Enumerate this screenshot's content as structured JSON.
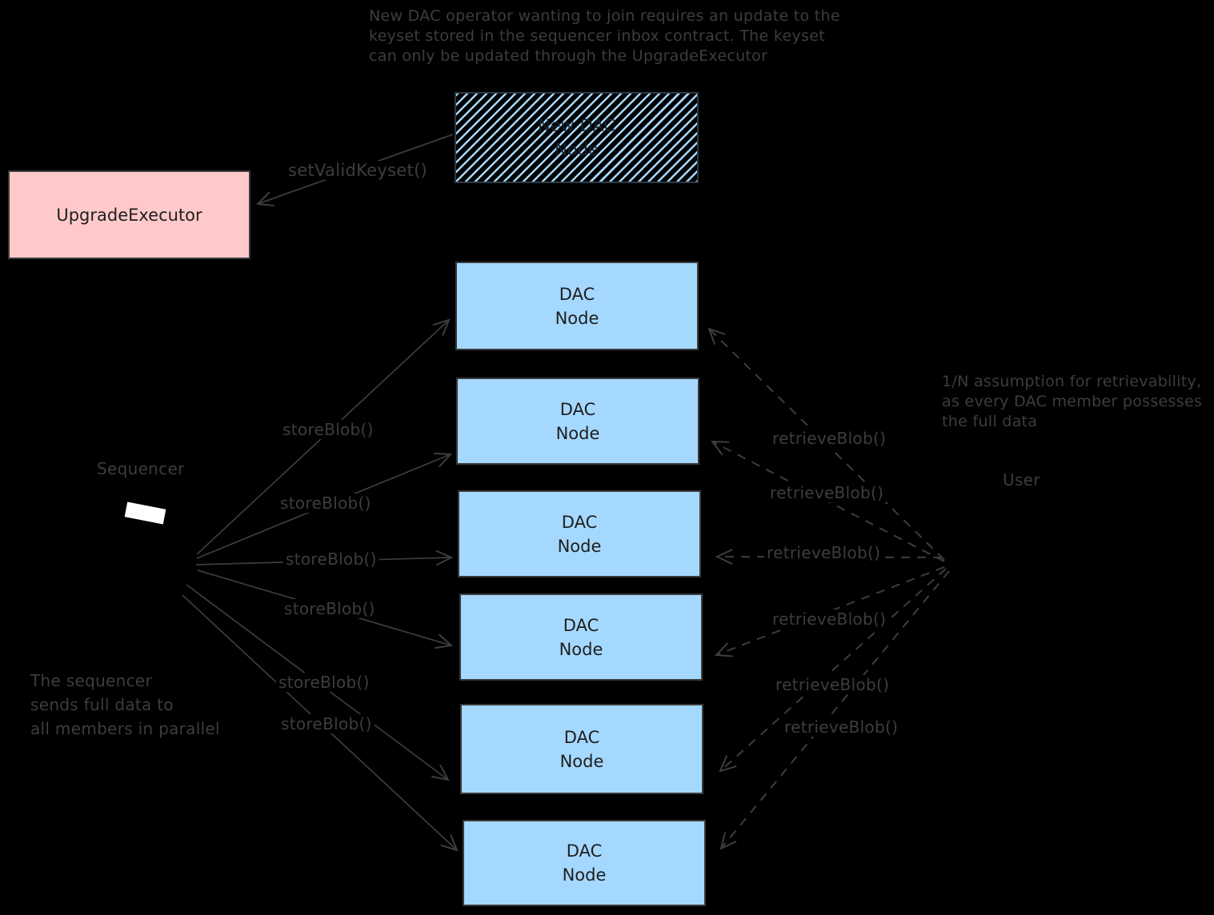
{
  "colors": {
    "background": "#000000",
    "node_blue": "#a5d8ff",
    "executor_pink": "#ffc9c9",
    "ink_dark": "#1e1e1e",
    "ink_dim": "#3d3d3d"
  },
  "annotations": {
    "keyset_note": "New DAC operator wanting to join requires an update to the\nkeyset stored in the sequencer inbox contract. The keyset\ncan only be updated through the UpgradeExecutor",
    "retrievability_note": "1/N assumption for retrievability,\nas every DAC member possesses\nthe full data",
    "parallel_note": "The sequencer\nsends full data to\nall members in parallel"
  },
  "actors": {
    "sequencer": "Sequencer",
    "user": "User"
  },
  "nodes": {
    "upgrade_executor": {
      "label": "UpgradeExecutor"
    },
    "new_dac_node": {
      "line1": "New DAC",
      "line2": "Node"
    },
    "dac_node": {
      "line1": "DAC",
      "line2": "Node"
    },
    "dac_node_count": 6
  },
  "edges": {
    "set_valid_keyset": "setValidKeyset()",
    "store_blob": "storeBlob()",
    "retrieve_blob": "retrieveBlob()"
  }
}
